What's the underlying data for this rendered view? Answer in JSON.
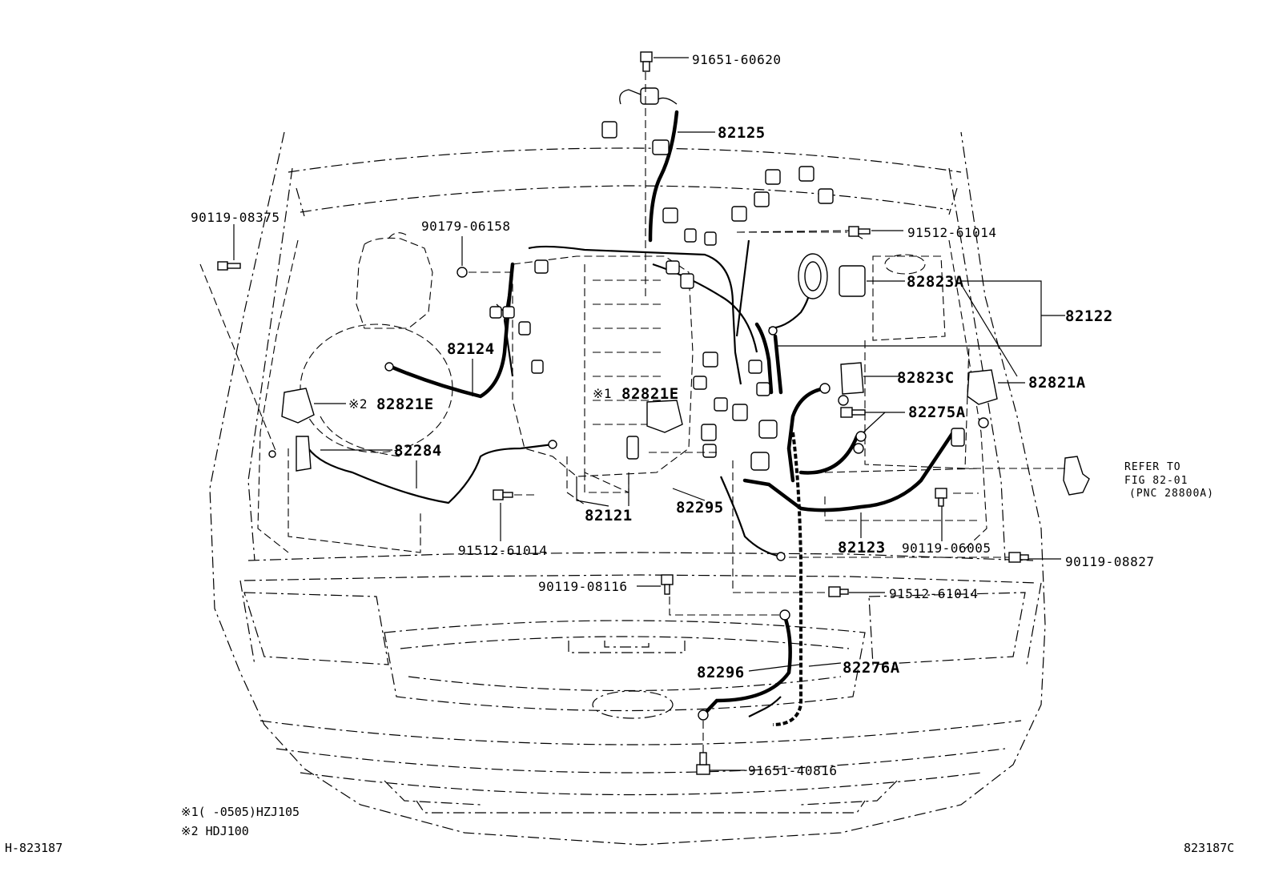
{
  "callouts": {
    "p91651_60620": "91651-60620",
    "p82125": "82125",
    "p90119_08375": "90119-08375",
    "p90179_06158": "90179-06158",
    "p91512_61014_a": "91512-61014",
    "p82823A": "82823A",
    "p82122": "82122",
    "p82124": "82124",
    "p82823C": "82823C",
    "p82821A": "82821A",
    "p82821E_2": "82821E",
    "mark_2": "※2",
    "p82821E_1": "82821E",
    "mark_1": "※1",
    "p82275A": "82275A",
    "p82284": "82284",
    "p82121": "82121",
    "p82295": "82295",
    "p82123": "82123",
    "p91512_61014_b": "91512-61014",
    "p90119_06005": "90119-06005",
    "p90119_08827": "90119-08827",
    "p90119_08116": "90119-08116",
    "p91512_61014_c": "91512-61014",
    "p82296": "82296",
    "p82276A": "82276A",
    "p91651_40816": "91651-40816"
  },
  "reference": {
    "line1": "REFER TO",
    "line2": "FIG 82-01",
    "line3": "(PNC 28800A)"
  },
  "notes": {
    "note1": "※1(     -0505)HZJ105",
    "note2": "※2 HDJ100"
  },
  "footer": {
    "left_code": "H-823187",
    "right_code": "823187C"
  }
}
